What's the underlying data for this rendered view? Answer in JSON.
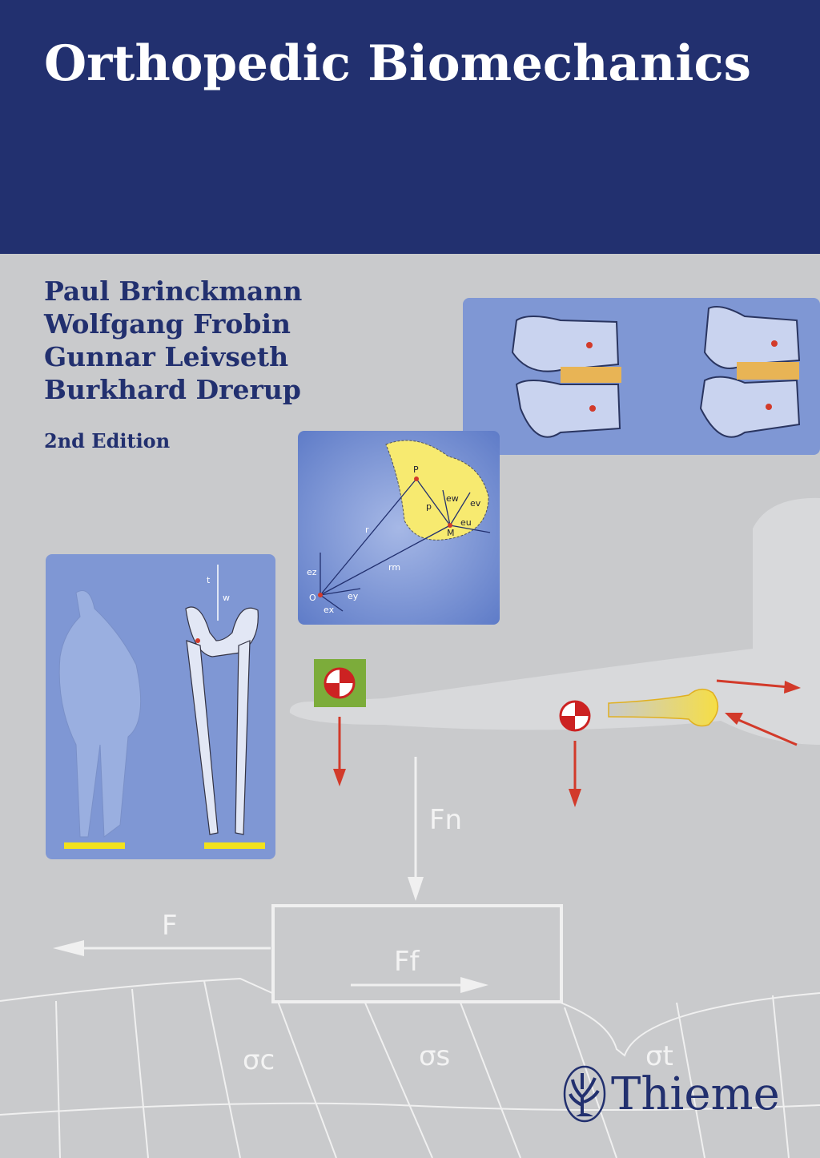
{
  "cover": {
    "title": "Orthopedic Biomechanics",
    "authors": [
      "Paul Brinckmann",
      "Wolfgang Frobin",
      "Gunnar Leivseth",
      "Burkhard Drerup"
    ],
    "edition": "2nd Edition",
    "publisher": "Thieme"
  },
  "colors": {
    "band": "#22306f",
    "background": "#c9cacc",
    "panel": "#7f97d4",
    "arrow": "#d23a2a",
    "bone": "#f7e36a"
  },
  "diagram_labels": {
    "normal_force": "Fn",
    "force": "F",
    "friction_force": "Ff",
    "sigma_c": "σc",
    "sigma_s": "σs",
    "sigma_t": "σt",
    "vector_labels": [
      "P",
      "p",
      "ew",
      "ev",
      "eu",
      "M",
      "r",
      "rm",
      "ez",
      "ey",
      "ex",
      "O"
    ],
    "hip_labels": [
      "t",
      "w"
    ]
  }
}
